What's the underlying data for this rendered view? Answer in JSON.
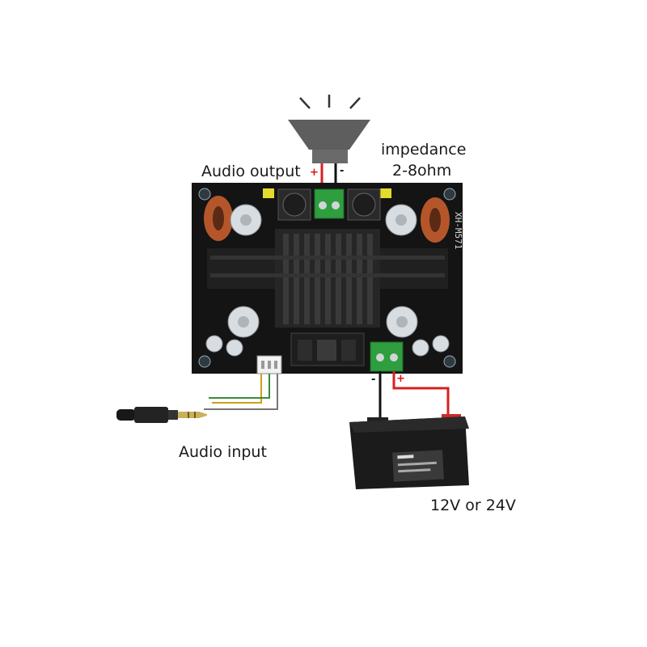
{
  "labels": {
    "impedance_line1": "impedance",
    "impedance_line2": "2-8ohm",
    "audio_output": "Audio output",
    "audio_input": "Audio input",
    "power": "12V or 24V",
    "out_plus": "+",
    "out_minus": "-",
    "pwr_minus": "-",
    "pwr_plus": "+"
  },
  "board": {
    "model_text": "XH-M571"
  },
  "colors": {
    "board": "#141414",
    "heatsink": "#262626",
    "terminal": "#2e9e3e",
    "wire_positive": "#d62020",
    "wire_negative": "#111111",
    "wire_left": "#c9a21c",
    "wire_right": "#3a8a3a",
    "inductor": "#b5562a",
    "capacitor": "#d8dde2",
    "yellow_cap": "#e4dc2c",
    "battery": "#1b1b1b"
  },
  "icons": [
    "speaker-icon",
    "audio-jack-icon",
    "battery-icon"
  ]
}
